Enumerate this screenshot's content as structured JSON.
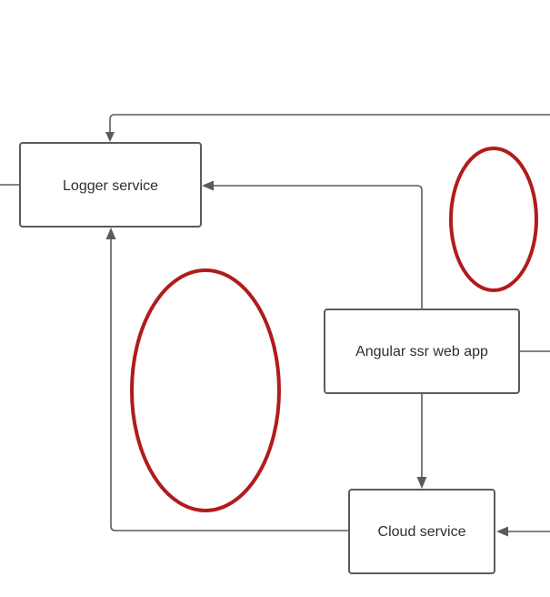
{
  "colors": {
    "background": "#ffffff",
    "node_border": "#5b5b5b",
    "edge": "#5b5b5b",
    "text": "#2f2f2f",
    "annotation": "#b01c1c"
  },
  "nodes": {
    "logger": {
      "label": "Logger service"
    },
    "angular": {
      "label": "Angular ssr web app"
    },
    "cloud": {
      "label": "Cloud service"
    }
  },
  "edges": [
    {
      "id": "offscreen-to-logger",
      "from": "offscreen-right",
      "to": "logger"
    },
    {
      "id": "angular-to-logger",
      "from": "angular",
      "to": "logger"
    },
    {
      "id": "cloud-to-logger",
      "from": "cloud",
      "to": "logger"
    },
    {
      "id": "angular-to-cloud",
      "from": "angular",
      "to": "cloud"
    },
    {
      "id": "offscreen-to-cloud",
      "from": "offscreen-right",
      "to": "cloud"
    },
    {
      "id": "angular-to-offscreen",
      "from": "angular",
      "to": "offscreen-right"
    },
    {
      "id": "offscreen-left-to-logger",
      "from": "offscreen-left",
      "to": "logger"
    }
  ],
  "annotations": [
    {
      "shape": "ellipse",
      "color": "red"
    },
    {
      "shape": "ellipse",
      "color": "red"
    }
  ]
}
